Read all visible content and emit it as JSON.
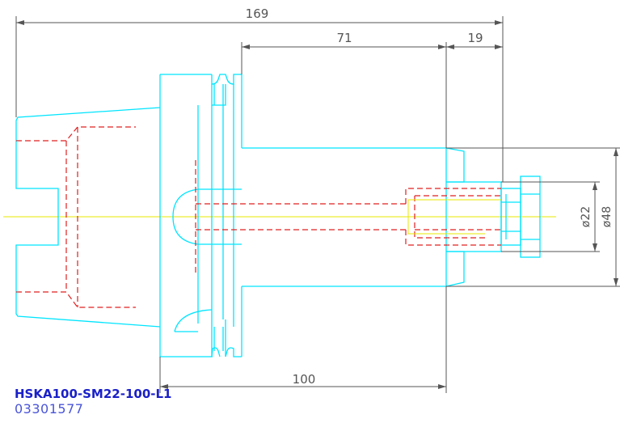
{
  "title": {
    "part_number": "HSKA100-SM22-100-L1",
    "article_code": "03301577"
  },
  "dimensions": {
    "overall_length": "169",
    "shank_length": "71",
    "nose_length": "19",
    "gauge_length": "100",
    "bore_diameter": "ø22",
    "outer_diameter": "ø48"
  },
  "colors": {
    "outline": "#00e5ff",
    "hidden_lines": "#e02020",
    "centerline": "#e8e800",
    "dimension": "#555555",
    "title": "#1a20c8"
  }
}
